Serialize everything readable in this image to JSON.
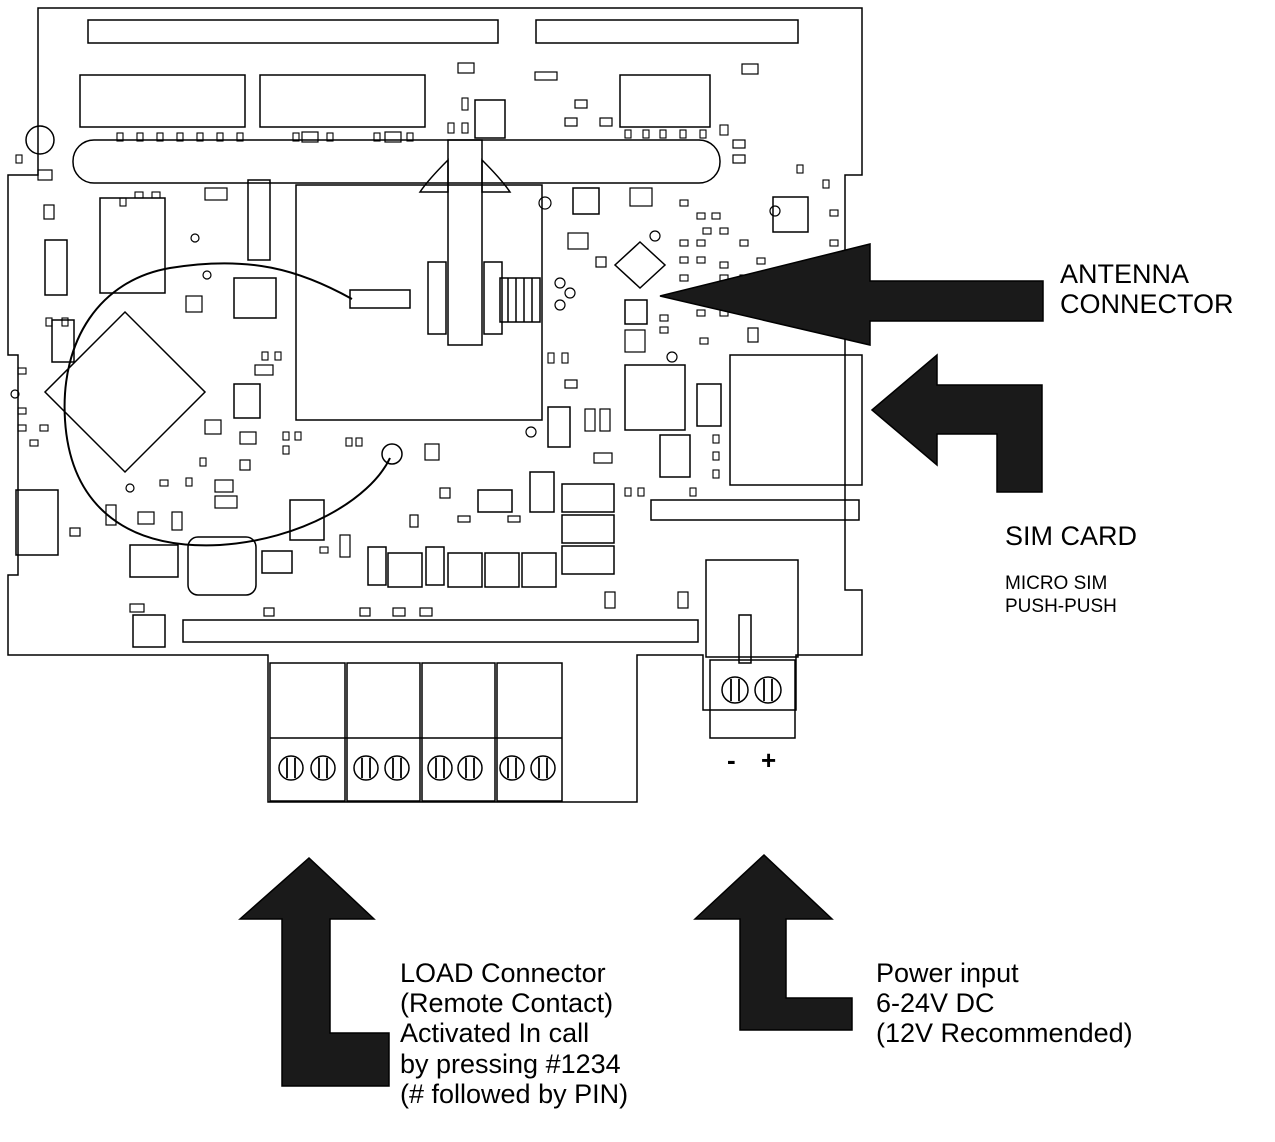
{
  "labels": {
    "antenna": [
      "ANTENNA",
      "CONNECTOR"
    ],
    "sim_card": {
      "title": "SIM CARD",
      "detail": [
        "MICRO SIM",
        "PUSH-PUSH"
      ]
    },
    "load_connector": [
      "LOAD Connector",
      "(Remote Contact)",
      "Activated In call",
      "by pressing #1234",
      "(# followed by PIN)"
    ],
    "power_input": [
      "Power input",
      "6-24V DC",
      "(12V Recommended)"
    ]
  },
  "power_polarity": {
    "minus": "-",
    "plus": "+"
  },
  "colors": {
    "line": "#000000",
    "arrow": "#1a1a1a",
    "background": "#ffffff"
  }
}
